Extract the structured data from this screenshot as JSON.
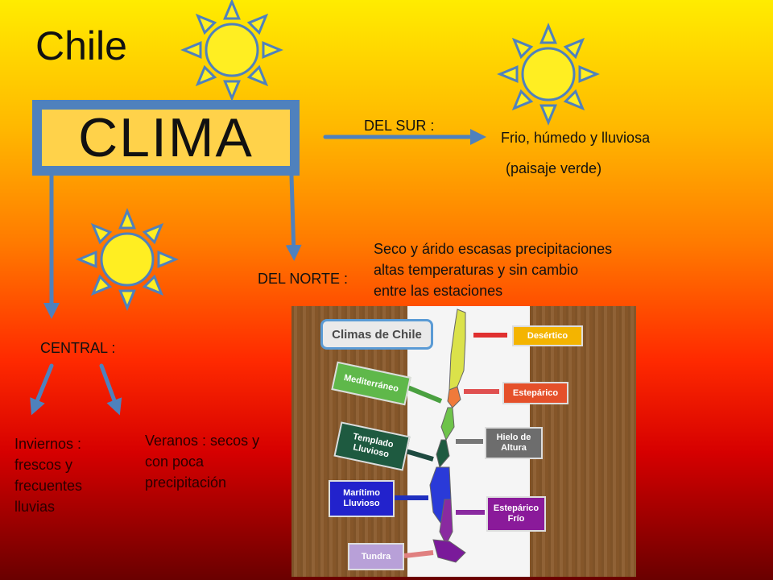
{
  "title": "Chile",
  "clima": "CLIMA",
  "sur": {
    "label": "DEL SUR :",
    "line1": "Frio, húmedo y lluviosa",
    "line2": "(paisaje verde)"
  },
  "norte": {
    "label": "DEL NORTE :",
    "text": [
      "Seco y árido escasas precipitaciones",
      "altas temperaturas y sin cambio",
      "entre las estaciones"
    ]
  },
  "central": {
    "label": "CENTRAL :",
    "inviernos": [
      "Inviernos :",
      "frescos y",
      "frecuentes",
      "lluvias"
    ],
    "veranos": [
      "Veranos : secos y",
      "con poca",
      "precipitación"
    ]
  },
  "map": {
    "title": "Climas de Chile",
    "tags": [
      "Desértico",
      "Mediterráneo",
      "Estepárico",
      "Templado Lluvioso",
      "Hielo de Altura",
      "Marítimo Lluvioso",
      "Estepárico Frío",
      "Tundra"
    ]
  },
  "colors": {
    "box_border": "#4f81bd",
    "box_fill": "#ffd24a",
    "arrow": "#4f81bd",
    "sun": "#ffee22"
  }
}
